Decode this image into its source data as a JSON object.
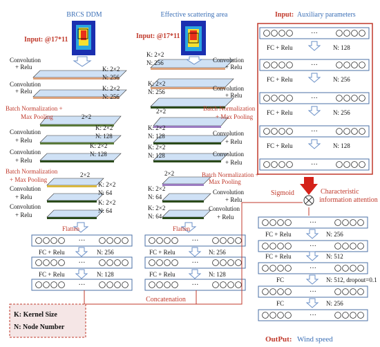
{
  "titles": {
    "brcs": "BRCS DDM",
    "scatter": "Effective scattering area",
    "aux_input": "Input:",
    "aux": "Auxiliary parameters"
  },
  "left": {
    "input": "Input: @17*11",
    "ops": [
      {
        "text": "Convolution",
        "color": "#111"
      },
      {
        "text": "+ Relu",
        "color": "#111"
      },
      {
        "text": "Convolution",
        "color": "#111"
      },
      {
        "text": "+ Relu",
        "color": "#111"
      },
      {
        "text": "Batch Normalization +",
        "color": "#c0392b"
      },
      {
        "text": "Max Pooling",
        "color": "#c0392b"
      },
      {
        "text": "Convolution",
        "color": "#111"
      },
      {
        "text": "+ Relu",
        "color": "#111"
      },
      {
        "text": "Convolution",
        "color": "#111"
      },
      {
        "text": "+ Relu",
        "color": "#111"
      },
      {
        "text": "Batch Normalization",
        "color": "#c0392b"
      },
      {
        "text": "+ Max Pooling",
        "color": "#c0392b"
      },
      {
        "text": "Convolution",
        "color": "#111"
      },
      {
        "text": "+ Relu",
        "color": "#111"
      },
      {
        "text": "Convolution",
        "color": "#111"
      },
      {
        "text": "+ Relu",
        "color": "#111"
      },
      {
        "text": "Flatten",
        "color": "#c0392b"
      }
    ],
    "params": [
      "K: 2×2",
      "N: 256",
      "K: 2×2",
      "N: 256",
      "2×2",
      "K: 2×2",
      "N: 128",
      "K: 2×2",
      "N: 128",
      "2×2",
      "K: 2×2",
      "N: 64",
      "K: 2×2",
      "N: 64"
    ],
    "rows": [
      {
        "label": "",
        "n": "N: 256",
        "fc": "FC + Relu"
      },
      {
        "label": "",
        "n": "N: 128",
        "fc": "FC + Relu"
      },
      {
        "label": "",
        "n": "",
        "fc": ""
      }
    ]
  },
  "mid": {
    "input": "Input: @17*11",
    "ops": [
      {
        "text": "Convolution",
        "color": "#111"
      },
      {
        "text": "+ Relu",
        "color": "#111"
      },
      {
        "text": "Convolution",
        "color": "#111"
      },
      {
        "text": "+ Relu",
        "color": "#111"
      },
      {
        "text": "Batch Normalization",
        "color": "#c0392b"
      },
      {
        "text": "+ Max Pooling",
        "color": "#c0392b"
      },
      {
        "text": "Convolution",
        "color": "#111"
      },
      {
        "text": "+ Relu",
        "color": "#111"
      },
      {
        "text": "Convolution",
        "color": "#111"
      },
      {
        "text": "+ Relu",
        "color": "#111"
      },
      {
        "text": "Batch Normalization +",
        "color": "#c0392b"
      },
      {
        "text": "Max Pooling",
        "color": "#c0392b"
      },
      {
        "text": "Convolution",
        "color": "#111"
      },
      {
        "text": "+ Relu",
        "color": "#111"
      },
      {
        "text": "Convolution",
        "color": "#111"
      },
      {
        "text": "+ Relu",
        "color": "#111"
      },
      {
        "text": "Flatten",
        "color": "#c0392b"
      }
    ],
    "params": [
      "K: 2×2",
      "N: 256",
      "K: 2×2",
      "N: 256",
      "2×2",
      "K: 2×2",
      "N: 128",
      "K: 2×2",
      "N: 128",
      "2×2",
      "K: 2×2",
      "N: 64",
      "K: 2×2",
      "N: 64"
    ]
  },
  "aux": {
    "fc": [
      "FC + Relu",
      "FC + Relu",
      "FC + Relu",
      "FC + Relu"
    ],
    "n": [
      "N: 128",
      "N: 256",
      "N: 256",
      "N: 128"
    ]
  },
  "head": {
    "fc": [
      "FC + Relu",
      "FC + Relu",
      "FC",
      "FC"
    ],
    "n": [
      "N: 256",
      "N: 512",
      "N: 512, dropout=0.1",
      "N: 256"
    ]
  },
  "fusion": {
    "sigmoid": "Sigmoid",
    "attention_1": "Characteristic",
    "attention_2": "information attention",
    "concat": "Concatenation"
  },
  "legend": {
    "kernel": "K: Kernel Size",
    "node": "N: Node Number"
  },
  "output": {
    "label": "OutPut:",
    "value": "Wind speed"
  },
  "node_row_symbol": "○○○○ ··· ○○○○",
  "dots": "···"
}
